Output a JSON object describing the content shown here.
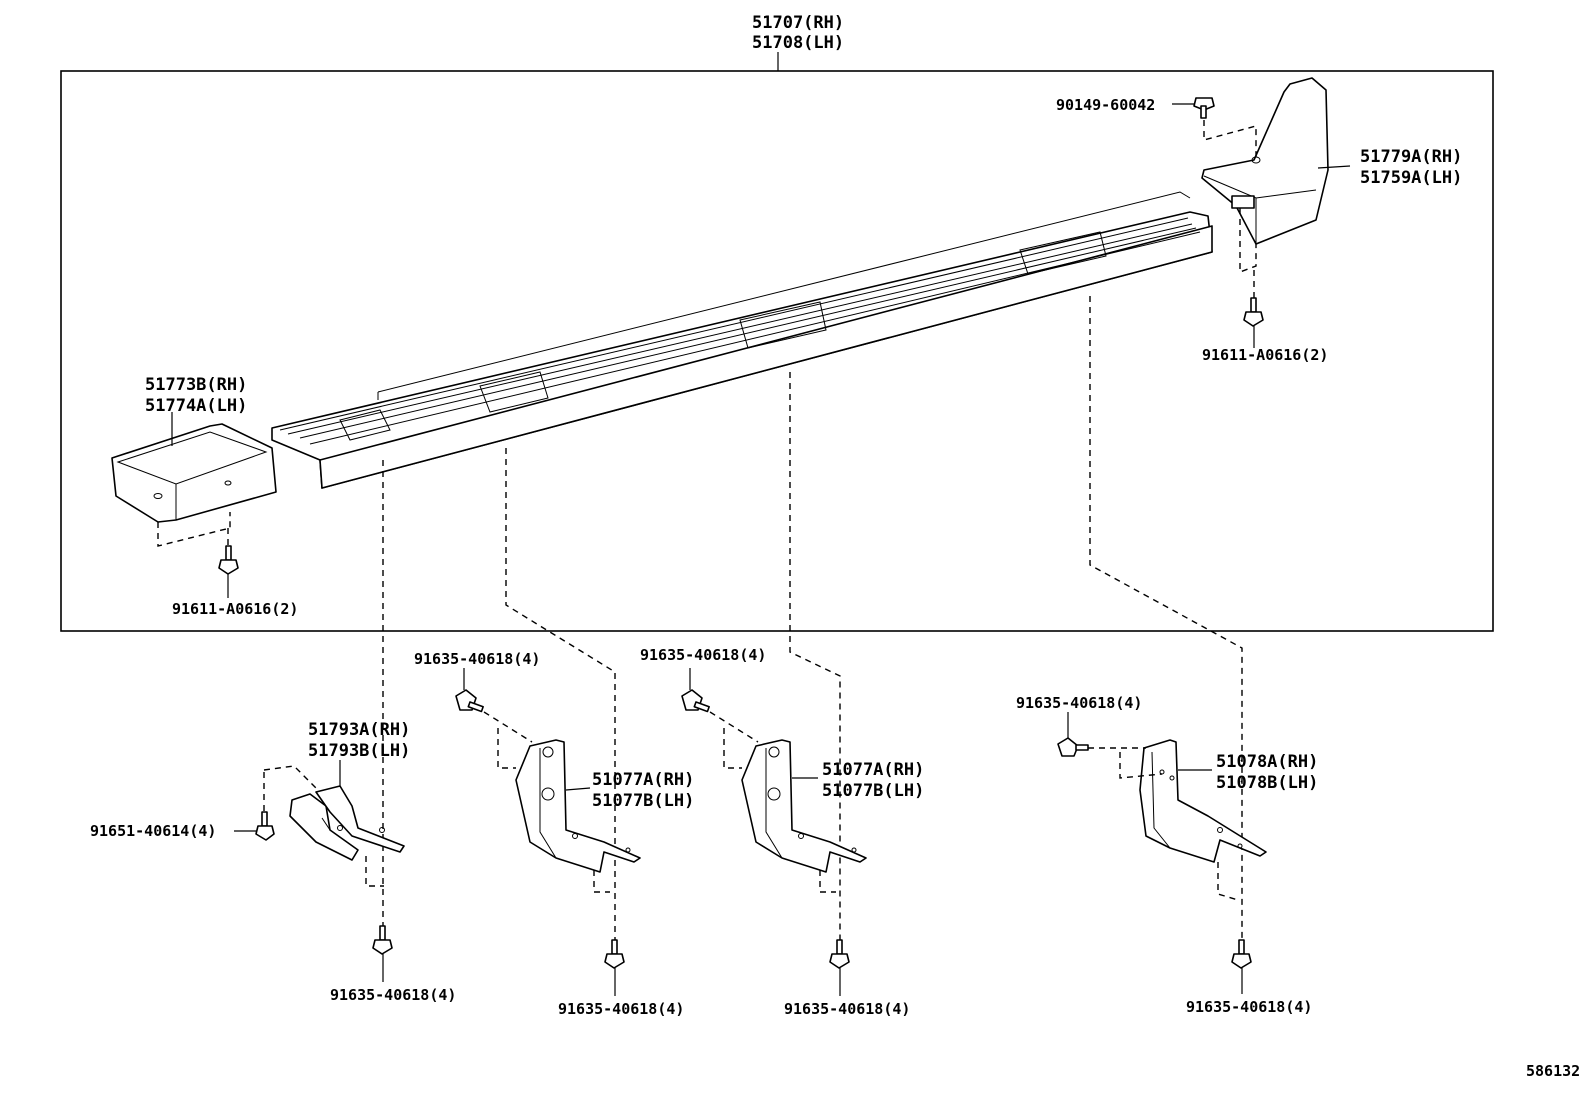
{
  "diagram_id": "586132",
  "labels": {
    "step_rh": "51707(RH)",
    "step_lh": "51708(LH)",
    "screw_top": "90149-60042",
    "rear_cover_rh": "51779A(RH)",
    "rear_cover_lh": "51759A(LH)",
    "rear_bolt": "91611-A0616(2)",
    "front_cover_rh": "51773B(RH)",
    "front_cover_lh": "51774A(LH)",
    "front_bolt": "91611-A0616(2)",
    "bracket1_rh": "51793A(RH)",
    "bracket1_lh": "51793B(LH)",
    "bracket1_side_bolt": "91651-40614(4)",
    "bracket1_bottom_bolt": "91635-40618(4)",
    "bracket2_top_bolt": "91635-40618(4)",
    "bracket2_rh": "51077A(RH)",
    "bracket2_lh": "51077B(LH)",
    "bracket2_bottom_bolt": "91635-40618(4)",
    "bracket3_top_bolt": "91635-40618(4)",
    "bracket3_rh": "51077A(RH)",
    "bracket3_lh": "51077B(LH)",
    "bracket3_bottom_bolt": "91635-40618(4)",
    "bracket4_side_bolt": "91635-40618(4)",
    "bracket4_rh": "51078A(RH)",
    "bracket4_lh": "51078B(LH)",
    "bracket4_bottom_bolt": "91635-40618(4)"
  }
}
